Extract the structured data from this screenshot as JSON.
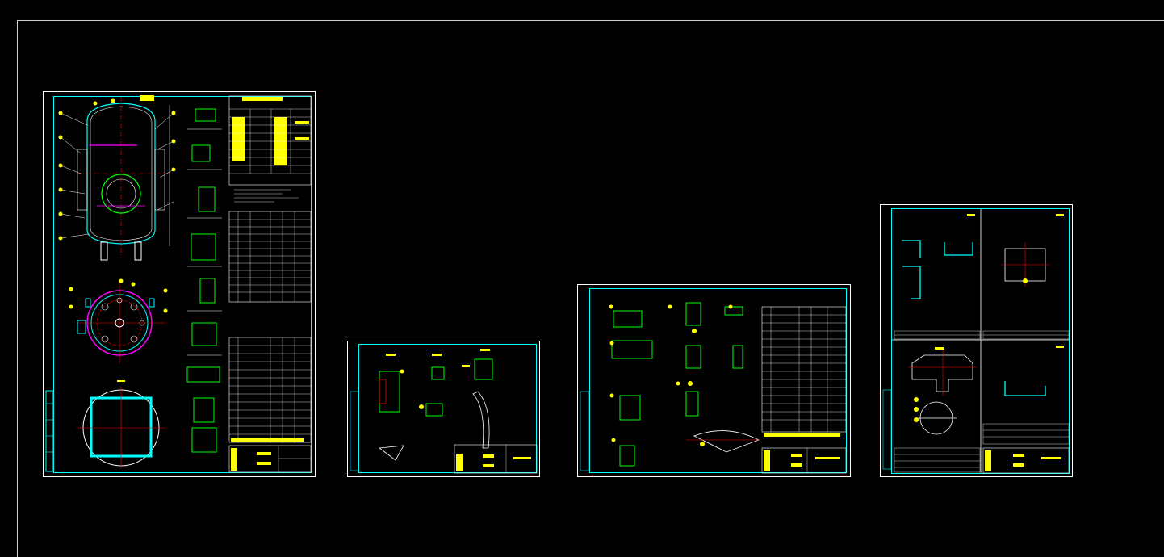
{
  "app": {
    "type": "CAD model-space viewer"
  },
  "colors": {
    "background": "#000000",
    "frame": "#ffffff",
    "border": "#00ffff",
    "detail": "#00ff00",
    "annotation": "#ffff00",
    "dimension": "#ff0000",
    "highlight": "#ff00ff",
    "text": "#ffffff"
  },
  "drawings": [
    {
      "id": "sheet-1",
      "kind": "assembly-drawing"
    },
    {
      "id": "sheet-2",
      "kind": "detail-drawing"
    },
    {
      "id": "sheet-3",
      "kind": "part-drawing"
    },
    {
      "id": "sheet-4",
      "kind": "part-drawing"
    }
  ],
  "icons": [
    "crosshair-cursor-icon"
  ]
}
